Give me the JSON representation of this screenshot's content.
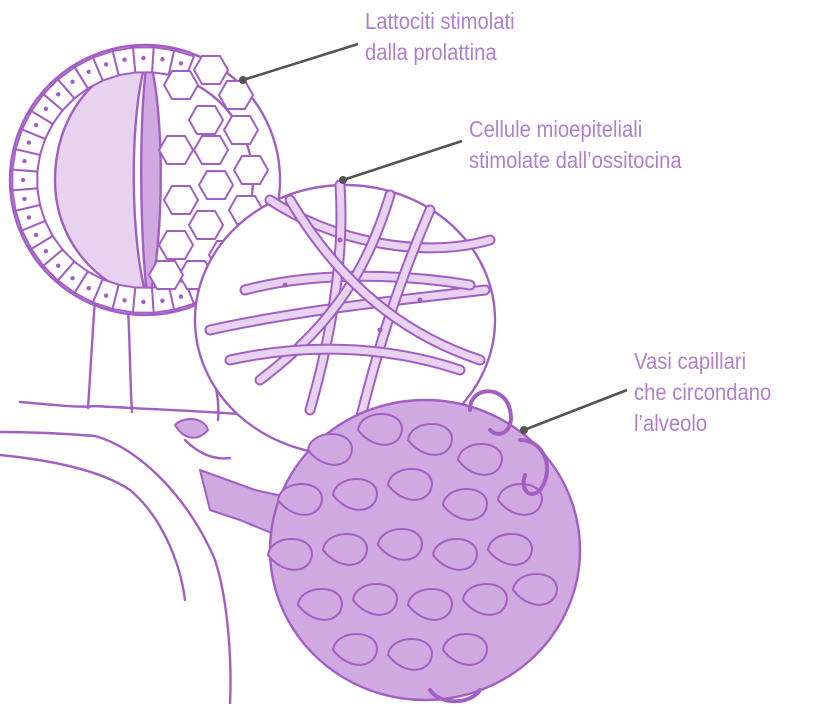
{
  "colors": {
    "outline": "#a35ec4",
    "fill": "#e7d3ef",
    "fill_dark": "#cfa9df",
    "shade": "#9b57bd",
    "text": "#b17fcc",
    "pointer": "#545454"
  },
  "labels": {
    "lactocytes": {
      "line1": "Lattociti stimolati",
      "line2": "dalla prolattina"
    },
    "myoepithelial": {
      "line1": "Cellule mioepiteliali",
      "line2": "stimolate dall’ossitocina"
    },
    "capillaries": {
      "line1": "Vasi capillari",
      "line2": "che circondano",
      "line3": "l’alveolo"
    }
  }
}
